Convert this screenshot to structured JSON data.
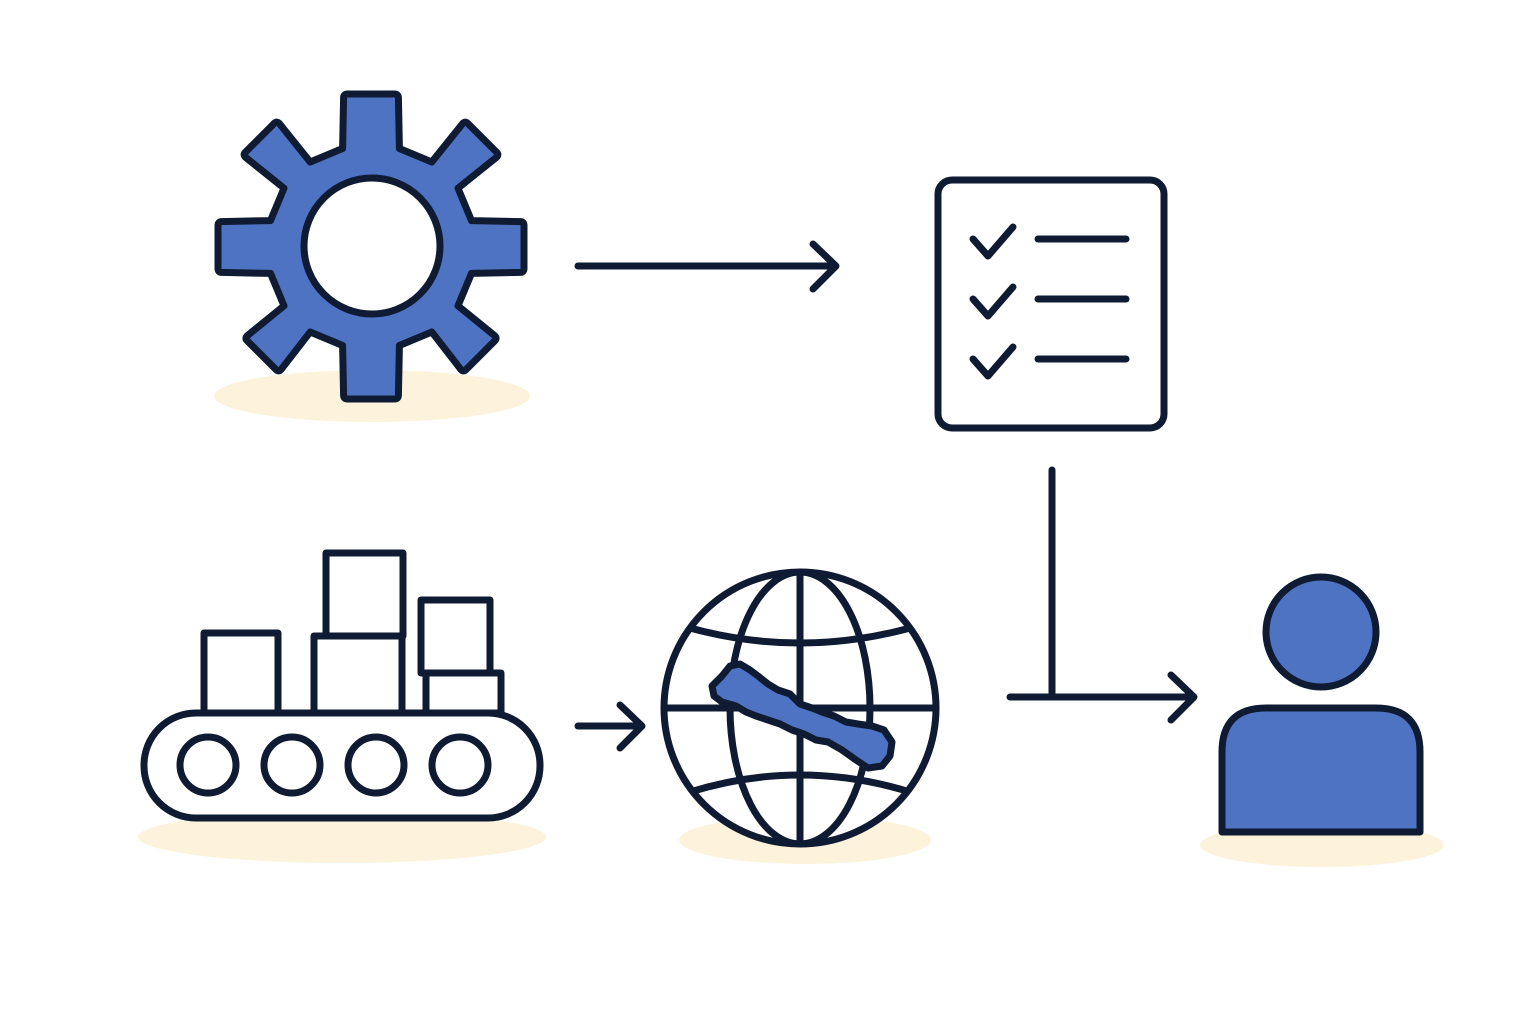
{
  "colors": {
    "background": "#ffffff",
    "stroke": "#0f1b33",
    "fill_accent": "#4f73c3",
    "shadow": "#fdf3dc",
    "fill_white": "#ffffff"
  },
  "icons": [
    {
      "name": "gear-icon",
      "label": ""
    },
    {
      "name": "checklist-icon",
      "label": ""
    },
    {
      "name": "conveyor-belt-icon",
      "label": ""
    },
    {
      "name": "globe-icon",
      "label": ""
    },
    {
      "name": "user-icon",
      "label": ""
    }
  ],
  "checklist": {
    "items": 3
  },
  "conveyor": {
    "boxes": 5,
    "rollers": 4
  },
  "flows": [
    {
      "from": "gear-icon",
      "to": "checklist-icon"
    },
    {
      "from": "conveyor-belt-icon",
      "to": "globe-icon"
    },
    {
      "from": "checklist-icon",
      "to": "user-icon"
    }
  ]
}
